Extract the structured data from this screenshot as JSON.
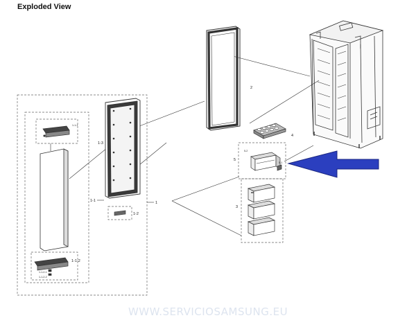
{
  "title": "Exploded View",
  "watermark": "WWW.SERVICIOSAMSUNG.EU",
  "colors": {
    "arrow": "#2b3fbf",
    "arrow_outline": "#1a2680",
    "line": "#333333",
    "dash": "#666666"
  },
  "callouts": {
    "c1": "1",
    "c1_1": "1-1",
    "c1_1_1": "1-1-1",
    "c1_2": "1-2",
    "c1_3": "1-3",
    "c1_1_2": "1-1-2",
    "c1_1_2a": "1-1-2-1",
    "c1_1_2b": "1-1-2-2",
    "c2": "2",
    "c3": "3",
    "c4": "4",
    "c5": "5",
    "c5_1": "5-1",
    "c5_2": "5-2"
  }
}
